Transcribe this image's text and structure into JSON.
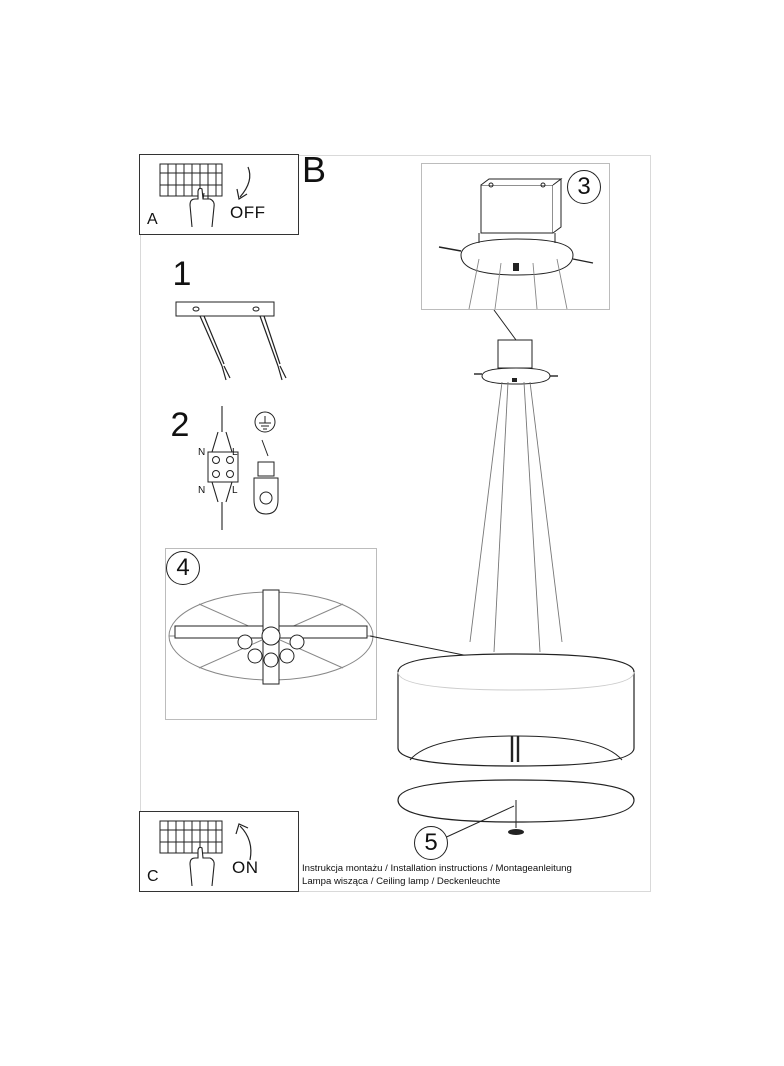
{
  "diagram": {
    "section_b": "B",
    "panel_a": {
      "letter": "A",
      "action": "OFF"
    },
    "panel_c": {
      "letter": "C",
      "action": "ON"
    },
    "steps": [
      {
        "number": "1"
      },
      {
        "number": "2"
      },
      {
        "number": "3"
      },
      {
        "number": "4"
      },
      {
        "number": "5"
      }
    ],
    "terminal_labels": {
      "top_n": "N",
      "top_l": "L",
      "bottom_n": "N",
      "bottom_l": "L"
    },
    "footer": {
      "line1": "Instrukcja montażu / Installation instructions / Montageanleitung",
      "line2": "Lampa wisząca / Ceiling lamp / Deckenleuchte"
    }
  }
}
